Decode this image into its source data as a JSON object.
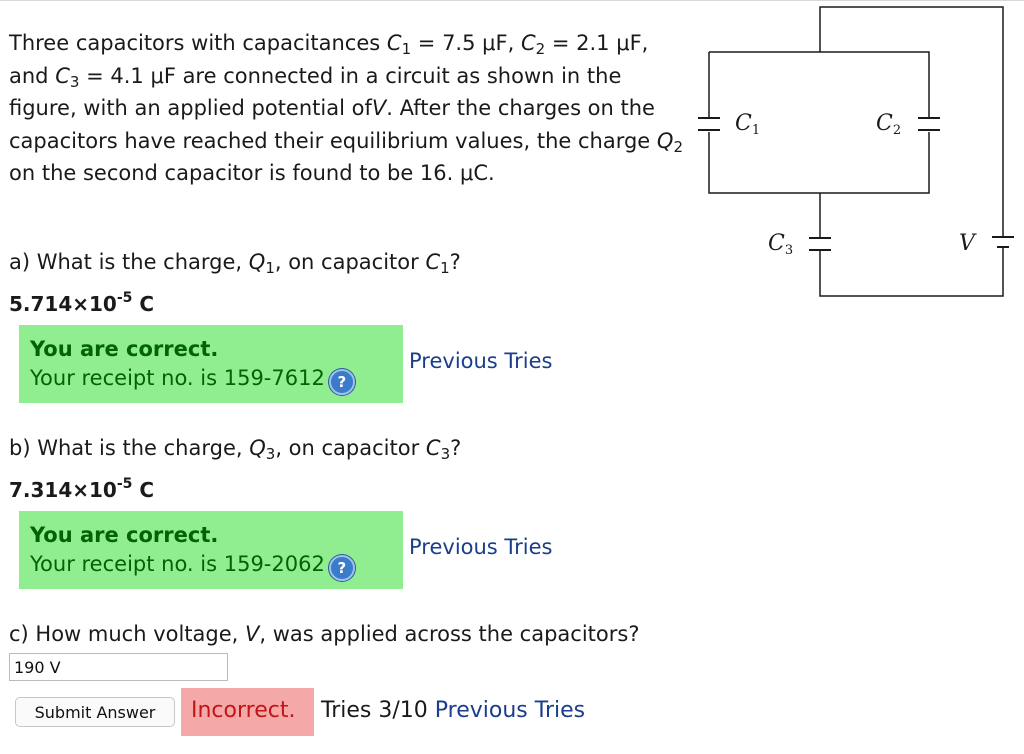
{
  "problem": {
    "intro": "Three capacitors with capacitances",
    "c1_sym": "C",
    "c1_sub": "1",
    "c1_val": "= 7.5 μF,",
    "c2_sym": "C",
    "c2_sub": "2",
    "c2_val": "= 2.1 μF, and",
    "c3_sym": "C",
    "c3_sub": "3",
    "c3_val": "= 4.1 μF are connected in a circuit as shown in the figure, with an applied potential of",
    "v_sym": "V",
    "mid": ". After the charges on the capacitors have reached their equilibrium values, the charge",
    "q2_sym": "Q",
    "q2_sub": "2",
    "end": "on the second capacitor is found to be 16. μC."
  },
  "part_a": {
    "q_pre": "a) What is the charge,",
    "q_sym": "Q",
    "q_sub": "1",
    "q_mid": ", on capacitor",
    "c_sym": "C",
    "c_sub": "1",
    "q_end": "?",
    "answer_base": "5.714×10",
    "answer_exp": "-5",
    "answer_unit": "C",
    "correct_title": "You are correct.",
    "receipt": "Your receipt no. is 159-7612",
    "help": "?",
    "prev_tries": "Previous Tries"
  },
  "part_b": {
    "q_pre": "b) What is the charge,",
    "q_sym": "Q",
    "q_sub": "3",
    "q_mid": ", on capacitor",
    "c_sym": "C",
    "c_sub": "3",
    "q_end": "?",
    "answer_base": "7.314×10",
    "answer_exp": "-5",
    "answer_unit": "C",
    "correct_title": "You are correct.",
    "receipt": "Your receipt no. is 159-2062",
    "help": "?",
    "prev_tries": "Previous Tries"
  },
  "part_c": {
    "q_pre": "c) How much voltage,",
    "q_sym": "V",
    "q_end": ", was applied across the capacitors?",
    "input_value": "190 V",
    "submit_label": "Submit Answer",
    "status": "Incorrect.",
    "tries": "Tries 3/10",
    "prev_tries": "Previous Tries"
  },
  "figure": {
    "c1_sym": "C",
    "c1_sub": "1",
    "c2_sym": "C",
    "c2_sub": "2",
    "c3_sym": "C",
    "c3_sub": "3",
    "v_sym": "V"
  },
  "colors": {
    "correct_bg": "#90ee90",
    "correct_text": "#006400",
    "incorrect_bg": "#f4a8a8",
    "incorrect_text": "#c0161a",
    "link": "#1a3e8c"
  }
}
